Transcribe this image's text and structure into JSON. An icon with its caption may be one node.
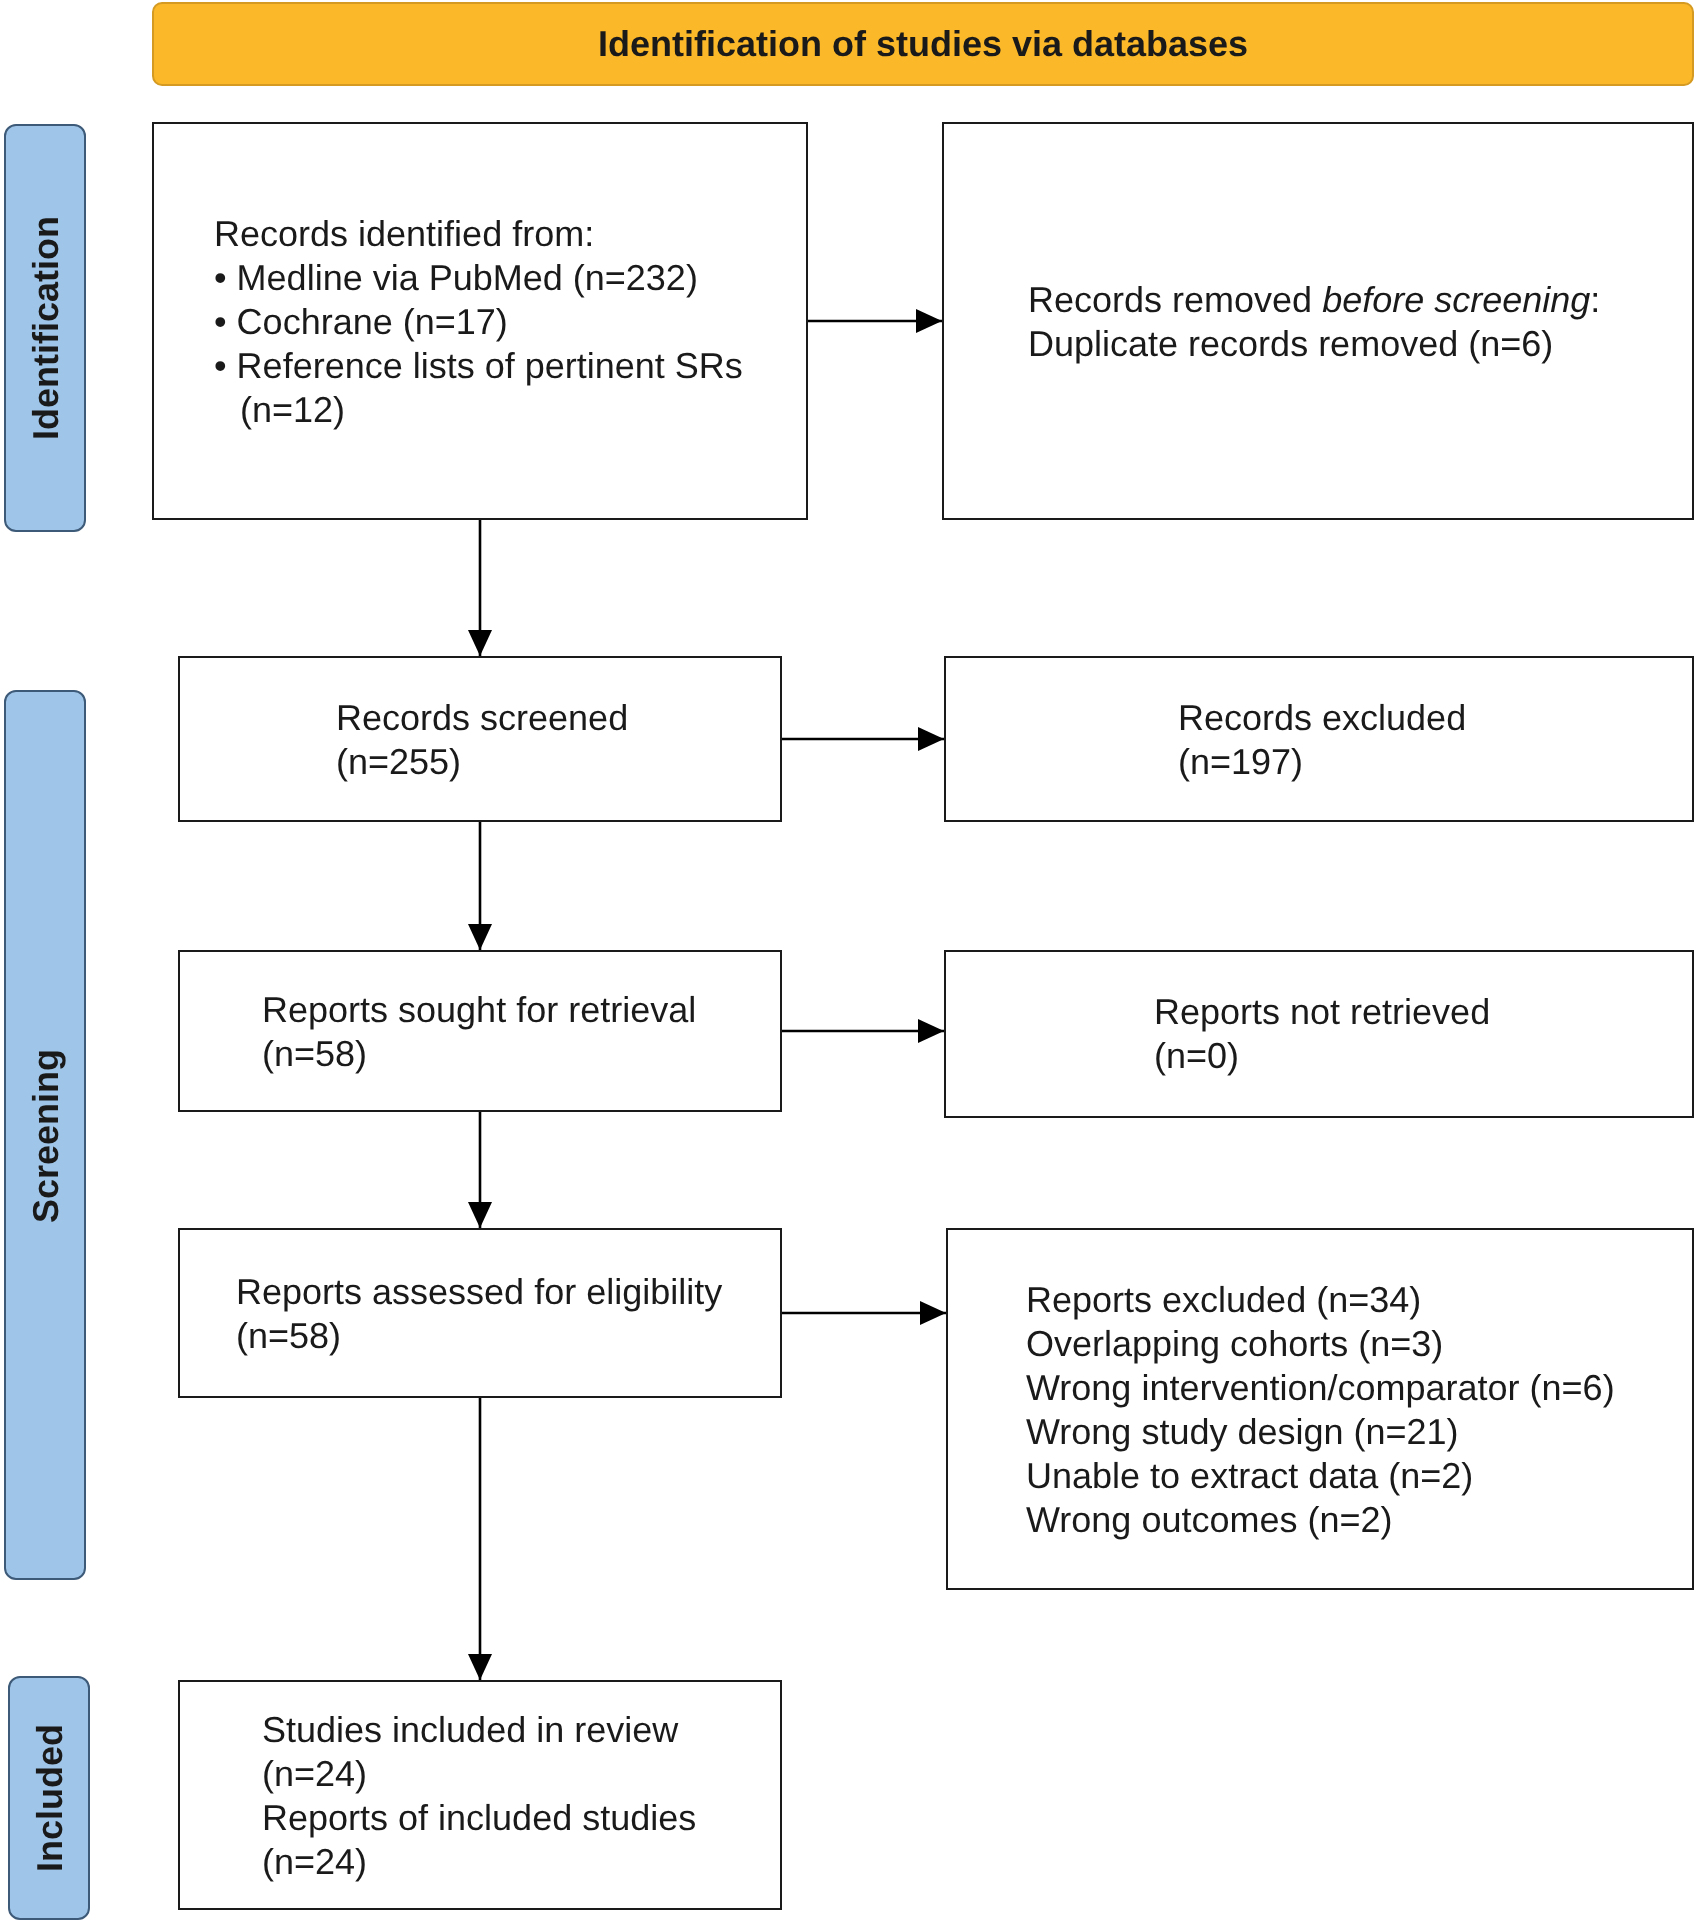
{
  "diagram": {
    "nodes": [
      {
        "text": [
          "Identification of studies via databases"
        ]
      },
      {
        "text": [
          "Identification"
        ]
      },
      {
        "text": [
          "Records identified from:",
          "• Medline via PubMed (n=232)",
          "• Cochrane (n=17)",
          "• Reference lists of pertinent SRs (n=12)"
        ]
      },
      {
        "text": [
          "Records removed *before screening*:",
          "Duplicate records removed (n=6)"
        ]
      },
      {
        "text": [
          "Screening"
        ]
      },
      {
        "text": [
          "Records screened",
          "(n=255)"
        ]
      },
      {
        "text": [
          "Records excluded",
          "(n=197)"
        ]
      },
      {
        "text": [
          "Reports sought for retrieval",
          "(n=58)"
        ]
      },
      {
        "text": [
          "Reports not retrieved",
          "(n=0)"
        ]
      },
      {
        "text": [
          "Reports assessed for eligibility",
          "(n=58)"
        ]
      },
      {
        "text": [
          "Reports excluded (n=34)",
          "Overlapping cohorts (n=3)",
          "Wrong intervention/comparator (n=6)",
          "Wrong study design (n=21)",
          "Unable to extract data (n=2)",
          "Wrong outcomes (n=2)"
        ]
      },
      {
        "text": [
          "Included"
        ]
      },
      {
        "text": [
          "Studies included in review",
          "(n=24)",
          "Reports of included studies",
          "(n=24)"
        ]
      }
    ],
    "edges": [
      {
        "from": 2,
        "to": 3,
        "arrow": "to"
      },
      {
        "from": 2,
        "to": 5,
        "arrow": "to"
      },
      {
        "from": 5,
        "to": 6,
        "arrow": "to"
      },
      {
        "from": 5,
        "to": 7,
        "arrow": "to"
      },
      {
        "from": 7,
        "to": 8,
        "arrow": "to"
      },
      {
        "from": 7,
        "to": 9,
        "arrow": "to"
      },
      {
        "from": 9,
        "to": 10,
        "arrow": "to"
      },
      {
        "from": 9,
        "to": 12,
        "arrow": "to"
      }
    ]
  }
}
